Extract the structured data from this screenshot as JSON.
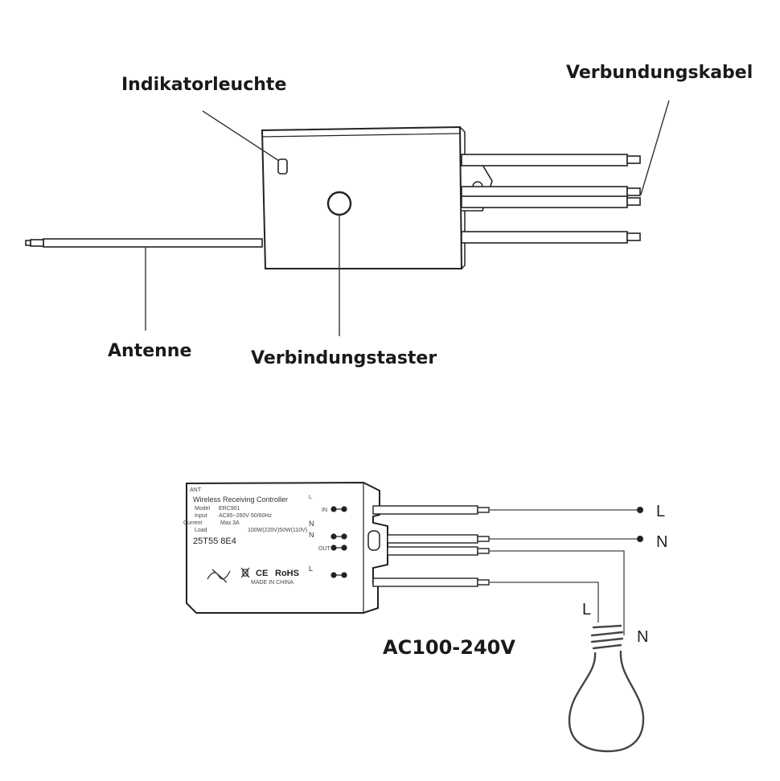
{
  "top_diagram": {
    "labels": {
      "indicator": "Indikatorleuchte",
      "cable": "Verbundungskabel",
      "antenna": "Antenne",
      "button": "Verbindungstaster"
    }
  },
  "bottom_diagram": {
    "device_label": {
      "ant": "ANT",
      "title": "Wireless Receiving Controller",
      "model_key": "Model",
      "model_val": "ERC901",
      "input_key": "Input",
      "input_val": "AC85~260V  50/60Hz",
      "current_key": "Current",
      "current_val": "Max.3A",
      "load_key": "Load",
      "load_val": "100W(220V)50W(110V)",
      "serial": "25T55  8E4",
      "marks": [
        "CE",
        "RoHS"
      ],
      "origin": "MADE IN CHINA"
    },
    "terminals": {
      "top": "L",
      "in": "IN",
      "n1": "N",
      "n2": "N",
      "out": "OUT",
      "l": "L"
    },
    "wire_labels": {
      "line": "L",
      "neutral": "N",
      "lamp_line": "L",
      "lamp_neutral": "N"
    },
    "voltage": "AC100-240V"
  }
}
